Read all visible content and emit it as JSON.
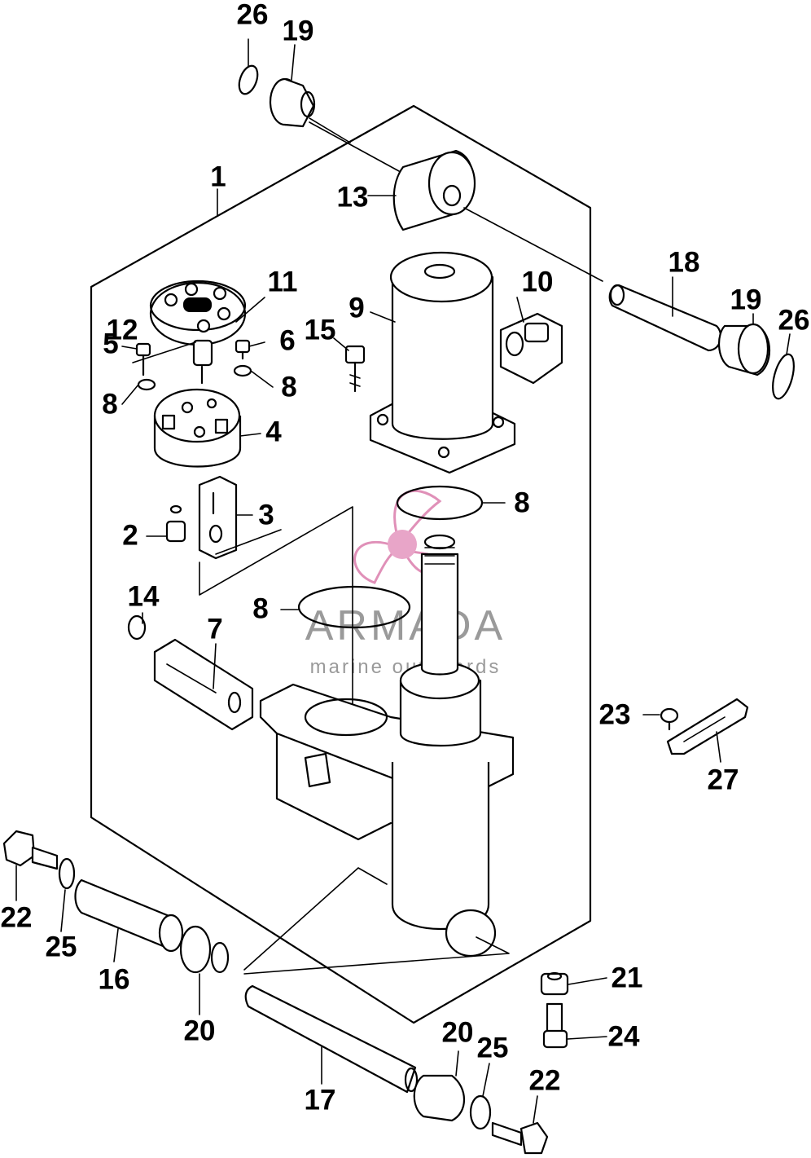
{
  "watermark": {
    "title": "ARMADA",
    "subtitle": "marine outboards",
    "logo_icon": "propeller-icon",
    "color": "#9a9a9a",
    "accent_color": "#e8a5c8"
  },
  "callouts": [
    {
      "id": "c1",
      "text": "1"
    },
    {
      "id": "c2",
      "text": "2"
    },
    {
      "id": "c3",
      "text": "3"
    },
    {
      "id": "c4",
      "text": "4"
    },
    {
      "id": "c5",
      "text": "5"
    },
    {
      "id": "c6",
      "text": "6"
    },
    {
      "id": "c7",
      "text": "7"
    },
    {
      "id": "c8a",
      "text": "8"
    },
    {
      "id": "c8b",
      "text": "8"
    },
    {
      "id": "c8c",
      "text": "8"
    },
    {
      "id": "c8d",
      "text": "8"
    },
    {
      "id": "c9",
      "text": "9"
    },
    {
      "id": "c10",
      "text": "10"
    },
    {
      "id": "c11",
      "text": "11"
    },
    {
      "id": "c12",
      "text": "12"
    },
    {
      "id": "c13",
      "text": "13"
    },
    {
      "id": "c14",
      "text": "14"
    },
    {
      "id": "c15",
      "text": "15"
    },
    {
      "id": "c16",
      "text": "16"
    },
    {
      "id": "c17",
      "text": "17"
    },
    {
      "id": "c18",
      "text": "18"
    },
    {
      "id": "c19a",
      "text": "19"
    },
    {
      "id": "c19b",
      "text": "19"
    },
    {
      "id": "c20a",
      "text": "20"
    },
    {
      "id": "c20b",
      "text": "20"
    },
    {
      "id": "c21",
      "text": "21"
    },
    {
      "id": "c22a",
      "text": "22"
    },
    {
      "id": "c22b",
      "text": "22"
    },
    {
      "id": "c23",
      "text": "23"
    },
    {
      "id": "c24",
      "text": "24"
    },
    {
      "id": "c25a",
      "text": "25"
    },
    {
      "id": "c25b",
      "text": "25"
    },
    {
      "id": "c26a",
      "text": "26"
    },
    {
      "id": "c26b",
      "text": "26"
    },
    {
      "id": "c27",
      "text": "27"
    }
  ]
}
